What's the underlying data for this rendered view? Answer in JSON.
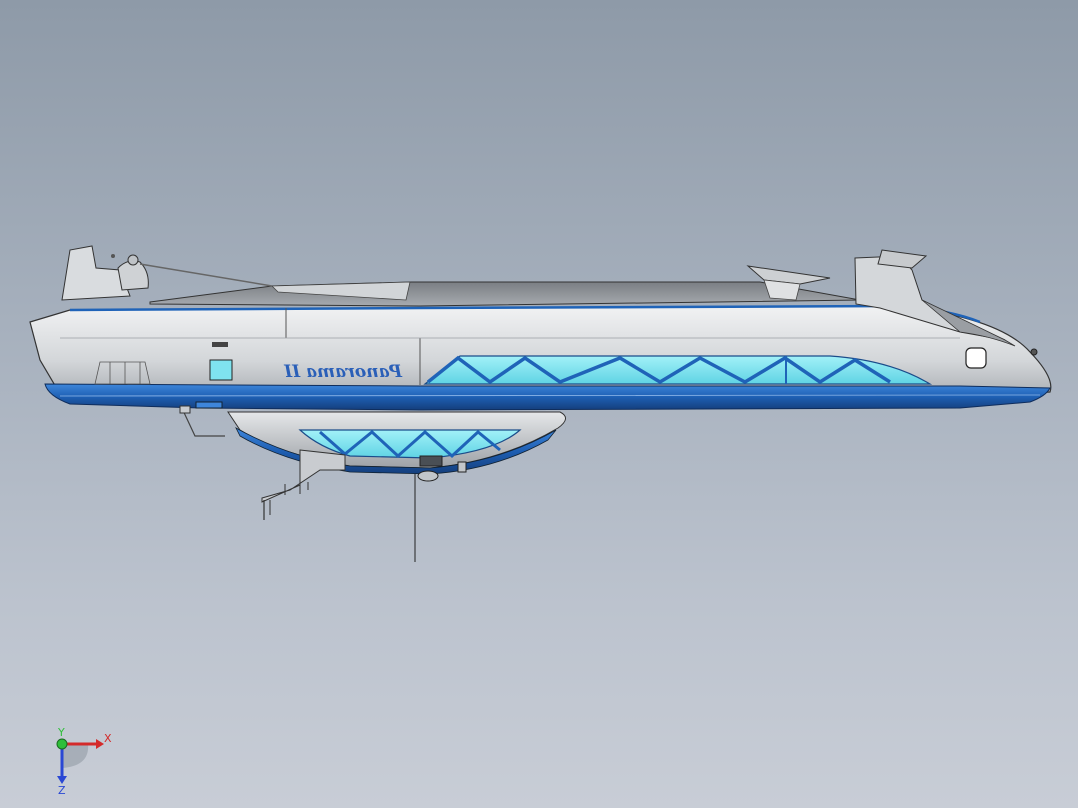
{
  "viewport": {
    "title": "3D model viewport",
    "background_top": "#8e9aa8",
    "background_bottom": "#c8cdd6"
  },
  "model": {
    "hull_color": "#d9dcdf",
    "stripe_color": "#1f63b8",
    "glass_color": "#7fe3ef",
    "boat_name": "Panorama II"
  },
  "triad": {
    "x_label": "X",
    "y_label": "Y",
    "z_label": "Z",
    "x_color": "#d42a2a",
    "y_color": "#2fbf3a",
    "z_color": "#2a48d4"
  }
}
